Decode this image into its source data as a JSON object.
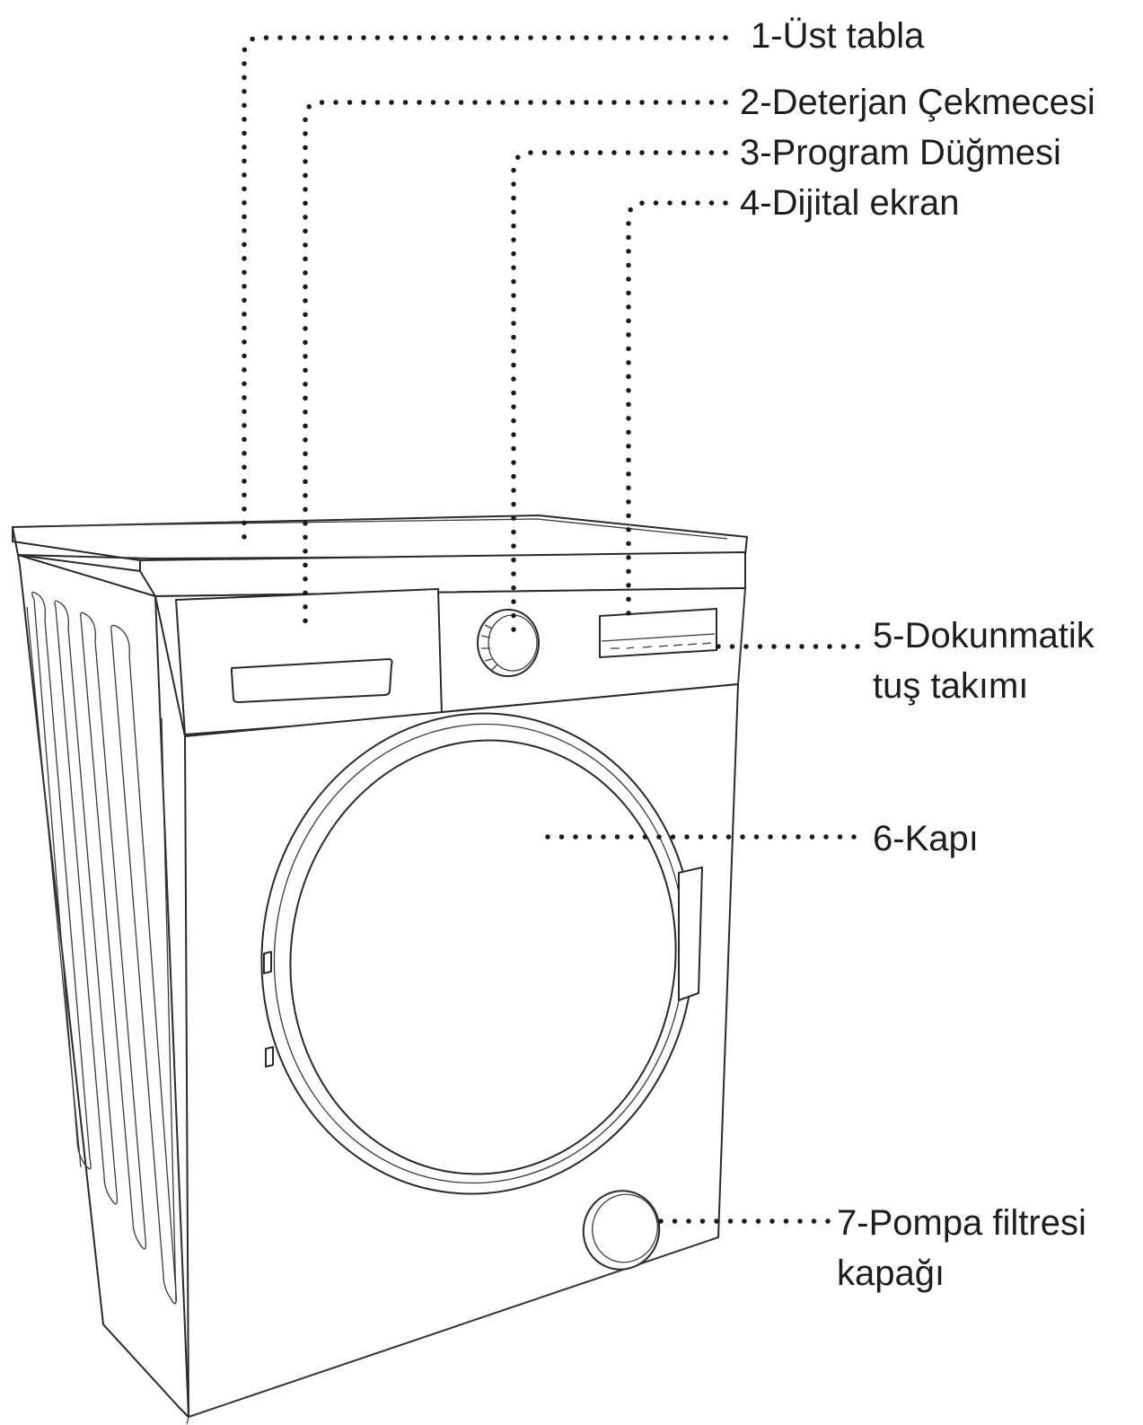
{
  "parts": [
    {
      "id": "top-panel",
      "lines": [
        "1-Üst tabla"
      ]
    },
    {
      "id": "detergent-drawer",
      "lines": [
        "2-Deterjan Çekmecesi"
      ]
    },
    {
      "id": "program-knob",
      "lines": [
        "3-Program Düğmesi"
      ]
    },
    {
      "id": "digital-display",
      "lines": [
        "4-Dijital ekran"
      ]
    },
    {
      "id": "touch-keypad",
      "lines": [
        "5-Dokunmatik",
        "tuş takımı"
      ]
    },
    {
      "id": "door",
      "lines": [
        "6-Kapı"
      ]
    },
    {
      "id": "pump-filter-cover",
      "lines": [
        "7-Pompa filtresi",
        "kapağı"
      ]
    }
  ]
}
